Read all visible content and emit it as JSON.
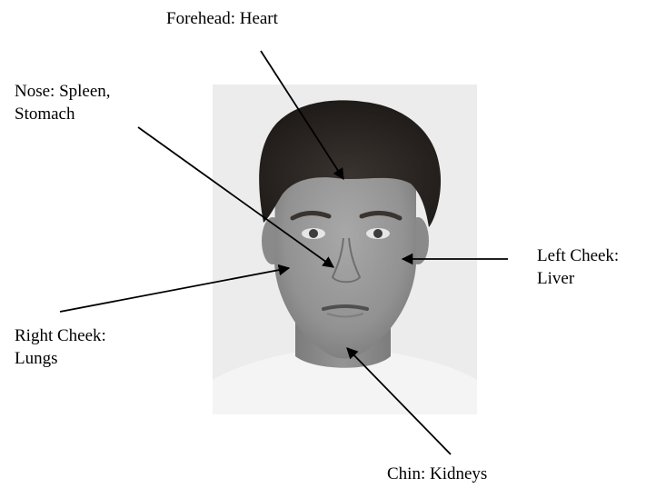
{
  "labels": {
    "forehead": [
      "Forehead: Heart"
    ],
    "nose": [
      "Nose: Spleen,",
      "Stomach"
    ],
    "left_cheek": [
      "Left Cheek:",
      "Liver"
    ],
    "right_cheek": [
      "Right Cheek:",
      "Lungs"
    ],
    "chin": [
      "Chin: Kidneys"
    ]
  },
  "colors": {
    "arrow": "#000000",
    "photo_background": "#ececec",
    "hair": "#2a2622",
    "skin": "#9b9b9b",
    "shirt": "#f4f4f4"
  }
}
